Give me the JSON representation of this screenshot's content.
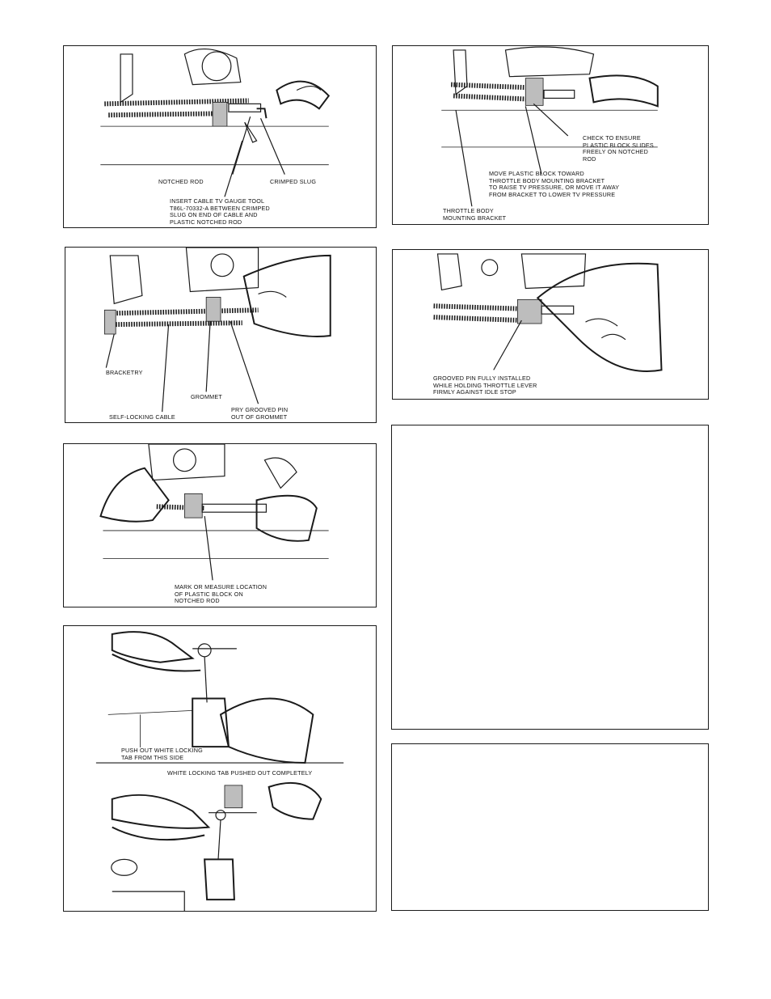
{
  "figures": {
    "fig1": {
      "labels": {
        "notched_rod": "NOTCHED ROD",
        "crimped_slug": "CRIMPED SLUG",
        "insert_tool": "INSERT CABLE TV GAUGE TOOL\nT86L-70332-A BETWEEN CRIMPED\nSLUG ON END OF CABLE AND\nPLASTIC NOTCHED ROD"
      }
    },
    "fig2": {
      "labels": {
        "check": "CHECK TO ENSURE\nPLASTIC BLOCK SLIDES\nFREELY ON NOTCHED\nROD",
        "move": "MOVE PLASTIC BLOCK TOWARD\nTHROTTLE BODY MOUNTING BRACKET\nTO RAISE TV PRESSURE, OR MOVE IT AWAY\nFROM BRACKET TO LOWER TV PRESSURE",
        "bracket": "THROTTLE BODY\nMOUNTING BRACKET"
      }
    },
    "fig3": {
      "labels": {
        "bracketry": "BRACKETRY",
        "grommet": "GROMMET",
        "self_locking": "SELF-LOCKING CABLE",
        "pry": "PRY GROOVED PIN\nOUT OF GROMMET"
      }
    },
    "fig4": {
      "labels": {
        "grooved_pin": "GROOVED PIN FULLY INSTALLED\nWHILE HOLDING THROTTLE LEVER\nFIRMLY AGAINST IDLE STOP"
      }
    },
    "fig5": {
      "labels": {
        "mark": "MARK OR MEASURE LOCATION\nOF PLASTIC BLOCK ON\nNOTCHED ROD"
      }
    },
    "fig6": {
      "labels": {
        "push_out": "PUSH OUT WHITE LOCKING\nTAB FROM THIS SIDE",
        "pushed_out": "WHITE LOCKING TAB PUSHED OUT COMPLETELY"
      }
    }
  }
}
